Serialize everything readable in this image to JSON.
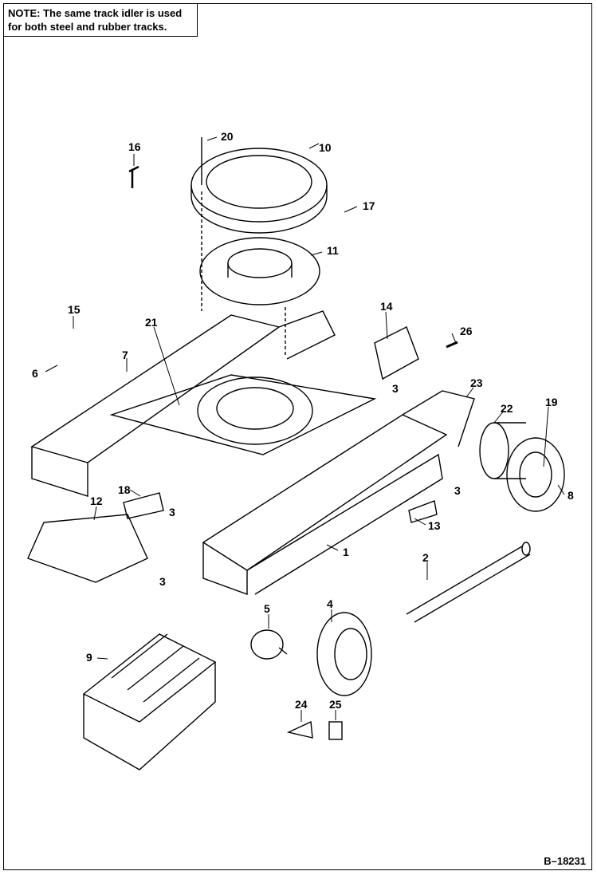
{
  "note": {
    "prefix": "NOTE:",
    "text_line1": " The same track idler is used",
    "text_line2": "for both steel and rubber tracks."
  },
  "figure_id": "B–18231",
  "callouts": [
    "1",
    "2",
    "3",
    "3",
    "3",
    "3",
    "4",
    "5",
    "6",
    "7",
    "8",
    "9",
    "10",
    "11",
    "12",
    "13",
    "14",
    "15",
    "16",
    "17",
    "18",
    "19",
    "20",
    "21",
    "22",
    "23",
    "24",
    "25",
    "26"
  ]
}
